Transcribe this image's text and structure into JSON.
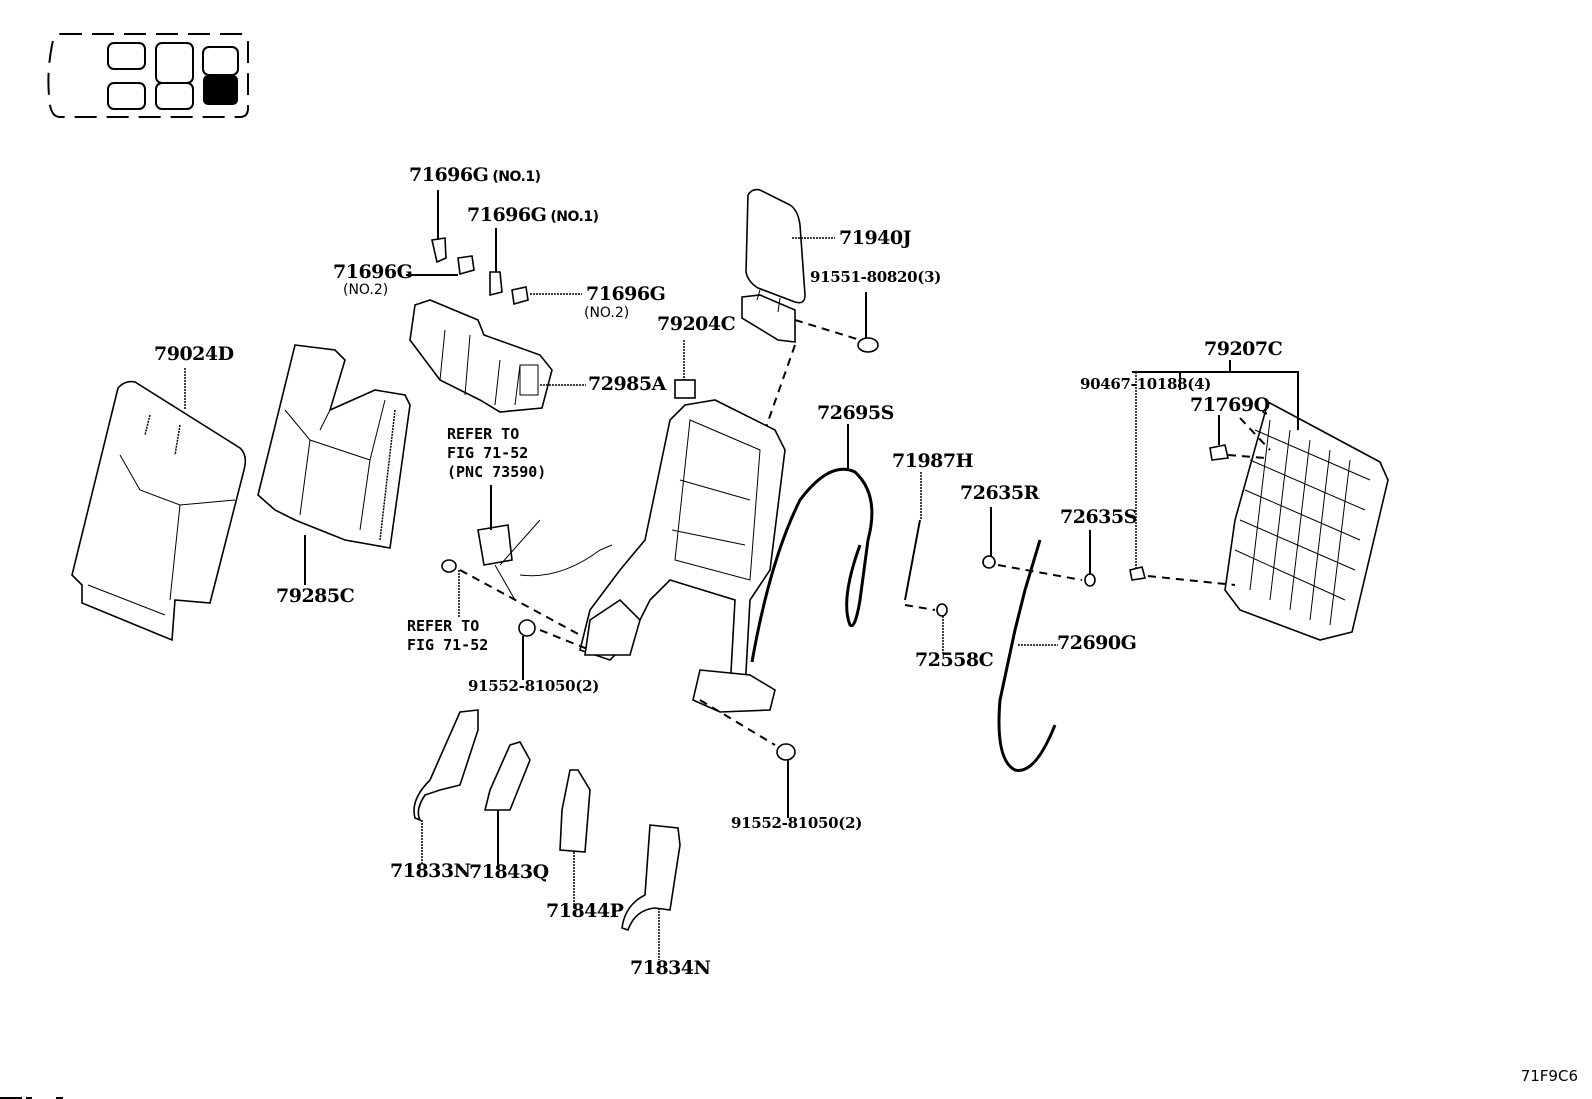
{
  "locator": {
    "icon": "vehicle-seat-locator-icon",
    "highlighted_position": "third-row-right"
  },
  "parts": {
    "p71696G_a": {
      "number": "71696G",
      "note": "(NO.1)"
    },
    "p71696G_b": {
      "number": "71696G",
      "note": "(NO.1)"
    },
    "p71696G_c": {
      "number": "71696G",
      "note": "(NO.2)"
    },
    "p71696G_d": {
      "number": "71696G",
      "note": "(NO.2)"
    },
    "p71940J": {
      "number": "71940J"
    },
    "p91551": {
      "number": "91551-80820(3)"
    },
    "p79204C": {
      "number": "79204C"
    },
    "p72985A": {
      "number": "72985A"
    },
    "p79024D": {
      "number": "79024D"
    },
    "p79285C": {
      "number": "79285C"
    },
    "p79207C": {
      "number": "79207C"
    },
    "p90467": {
      "number": "90467-10188(4)"
    },
    "p71769Q": {
      "number": "71769Q"
    },
    "p72695S": {
      "number": "72695S"
    },
    "p71987H": {
      "number": "71987H"
    },
    "p72635R": {
      "number": "72635R"
    },
    "p72635S": {
      "number": "72635S"
    },
    "p72558C": {
      "number": "72558C"
    },
    "p72690G": {
      "number": "72690G"
    },
    "p91552_a": {
      "number": "91552-81050(2)"
    },
    "p91552_b": {
      "number": "91552-81050(2)"
    },
    "p71833N": {
      "number": "71833N"
    },
    "p71843Q": {
      "number": "71843Q"
    },
    "p71844P": {
      "number": "71844P"
    },
    "p71834N": {
      "number": "71834N"
    }
  },
  "references": {
    "ref_belt": "REFER TO\nFIG 71-52\n(PNC 73590)",
    "ref_anchor": "REFER TO\nFIG 71-52"
  },
  "figure_code": "71F9C6"
}
